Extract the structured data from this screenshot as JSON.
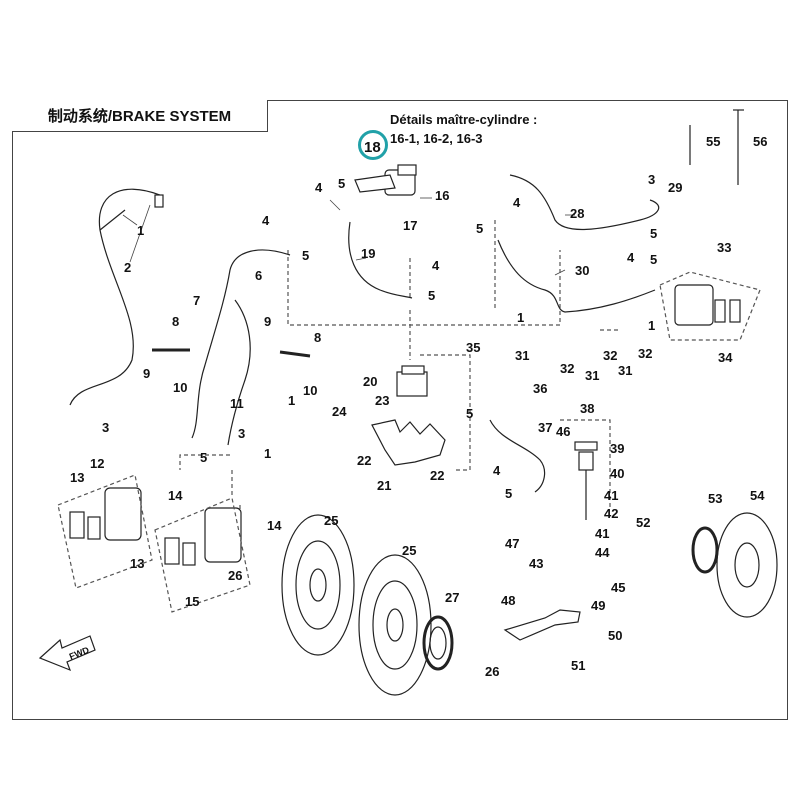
{
  "title": "制动系统/BRAKE SYSTEM",
  "note": {
    "line1": "Détails maître-cylindre :",
    "line2": "16-1, 16-2, 16-3"
  },
  "highlight": {
    "label": "18",
    "color": "#21a1a8"
  },
  "fwd": "FWD",
  "labels": [
    {
      "id": "1a",
      "t": "1"
    },
    {
      "id": "2",
      "t": "2"
    },
    {
      "id": "3a",
      "t": "3"
    },
    {
      "id": "4a",
      "t": "4"
    },
    {
      "id": "5a",
      "t": "5"
    },
    {
      "id": "4b",
      "t": "4"
    },
    {
      "id": "5b",
      "t": "5"
    },
    {
      "id": "6",
      "t": "6"
    },
    {
      "id": "7",
      "t": "7"
    },
    {
      "id": "8a",
      "t": "8"
    },
    {
      "id": "9a",
      "t": "9"
    },
    {
      "id": "10a",
      "t": "10"
    },
    {
      "id": "9b",
      "t": "9"
    },
    {
      "id": "8b",
      "t": "8"
    },
    {
      "id": "10b",
      "t": "10"
    },
    {
      "id": "1b",
      "t": "1"
    },
    {
      "id": "11",
      "t": "11"
    },
    {
      "id": "3b",
      "t": "3"
    },
    {
      "id": "5c",
      "t": "5"
    },
    {
      "id": "1c",
      "t": "1"
    },
    {
      "id": "13a",
      "t": "13"
    },
    {
      "id": "12",
      "t": "12"
    },
    {
      "id": "14a",
      "t": "14"
    },
    {
      "id": "13b",
      "t": "13"
    },
    {
      "id": "14b",
      "t": "14"
    },
    {
      "id": "15",
      "t": "15"
    },
    {
      "id": "16",
      "t": "16"
    },
    {
      "id": "17",
      "t": "17"
    },
    {
      "id": "19",
      "t": "19"
    },
    {
      "id": "4c",
      "t": "4"
    },
    {
      "id": "5d",
      "t": "5"
    },
    {
      "id": "20",
      "t": "20"
    },
    {
      "id": "23",
      "t": "23"
    },
    {
      "id": "24",
      "t": "24"
    },
    {
      "id": "22a",
      "t": "22"
    },
    {
      "id": "22b",
      "t": "22"
    },
    {
      "id": "21",
      "t": "21"
    },
    {
      "id": "25a",
      "t": "25"
    },
    {
      "id": "25b",
      "t": "25"
    },
    {
      "id": "26a",
      "t": "26"
    },
    {
      "id": "26b",
      "t": "26"
    },
    {
      "id": "27",
      "t": "27"
    },
    {
      "id": "4d",
      "t": "4"
    },
    {
      "id": "5e",
      "t": "5"
    },
    {
      "id": "28",
      "t": "28"
    },
    {
      "id": "3c",
      "t": "3"
    },
    {
      "id": "29",
      "t": "29"
    },
    {
      "id": "5f",
      "t": "5"
    },
    {
      "id": "30",
      "t": "30"
    },
    {
      "id": "4e",
      "t": "4"
    },
    {
      "id": "5g",
      "t": "5"
    },
    {
      "id": "33",
      "t": "33"
    },
    {
      "id": "1d",
      "t": "1"
    },
    {
      "id": "1e",
      "t": "1"
    },
    {
      "id": "31a",
      "t": "31"
    },
    {
      "id": "32a",
      "t": "32"
    },
    {
      "id": "32b",
      "t": "32"
    },
    {
      "id": "31b",
      "t": "31"
    },
    {
      "id": "31c",
      "t": "31"
    },
    {
      "id": "32c",
      "t": "32"
    },
    {
      "id": "34",
      "t": "34"
    },
    {
      "id": "35",
      "t": "35"
    },
    {
      "id": "36",
      "t": "36"
    },
    {
      "id": "5h",
      "t": "5"
    },
    {
      "id": "37",
      "t": "37"
    },
    {
      "id": "38",
      "t": "38"
    },
    {
      "id": "46",
      "t": "46"
    },
    {
      "id": "39",
      "t": "39"
    },
    {
      "id": "40",
      "t": "40"
    },
    {
      "id": "4f",
      "t": "4"
    },
    {
      "id": "41a",
      "t": "41"
    },
    {
      "id": "5i",
      "t": "5"
    },
    {
      "id": "42",
      "t": "42"
    },
    {
      "id": "41b",
      "t": "41"
    },
    {
      "id": "47",
      "t": "47"
    },
    {
      "id": "44",
      "t": "44"
    },
    {
      "id": "43",
      "t": "43"
    },
    {
      "id": "45",
      "t": "45"
    },
    {
      "id": "48",
      "t": "48"
    },
    {
      "id": "49",
      "t": "49"
    },
    {
      "id": "50",
      "t": "50"
    },
    {
      "id": "51",
      "t": "51"
    },
    {
      "id": "52",
      "t": "52"
    },
    {
      "id": "53",
      "t": "53"
    },
    {
      "id": "54",
      "t": "54"
    },
    {
      "id": "55",
      "t": "55"
    },
    {
      "id": "56",
      "t": "56"
    }
  ]
}
